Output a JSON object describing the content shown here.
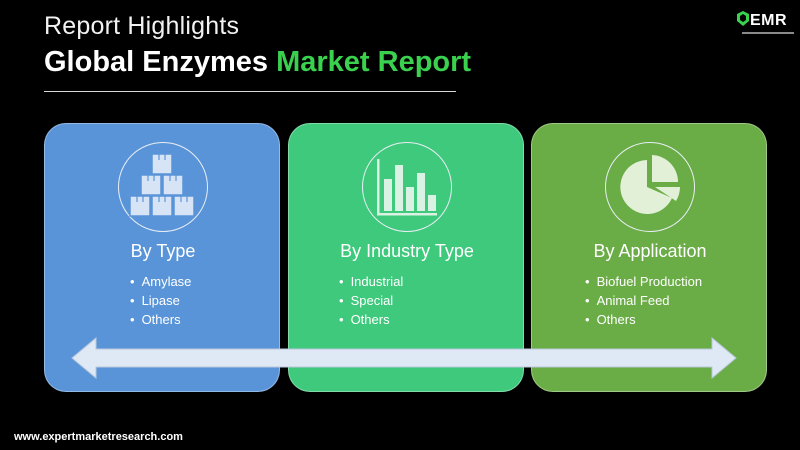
{
  "header": {
    "subtitle": "Report Highlights",
    "title_main": "Global Enzymes ",
    "title_accent": "Market Report",
    "accent_color": "#3ad14f"
  },
  "logo": {
    "text": "EMR",
    "icon": "emr-logo-mark"
  },
  "cards": [
    {
      "heading": "By Type",
      "color": "#5a94d8",
      "icon": "stacked-boxes-icon",
      "items": [
        "Amylase",
        "Lipase",
        "Others"
      ]
    },
    {
      "heading": "By Industry Type",
      "color": "#3ec97c",
      "icon": "bar-chart-icon",
      "items": [
        "Industrial",
        "Special",
        "Others"
      ]
    },
    {
      "heading": "By Application",
      "color": "#6aac45",
      "icon": "pie-chart-icon",
      "items": [
        "Biofuel Production",
        "Animal Feed",
        "Others"
      ]
    }
  ],
  "arrow_icon": "double-headed-arrow-icon",
  "footer": {
    "website": "www.expertmarketresearch.com"
  }
}
